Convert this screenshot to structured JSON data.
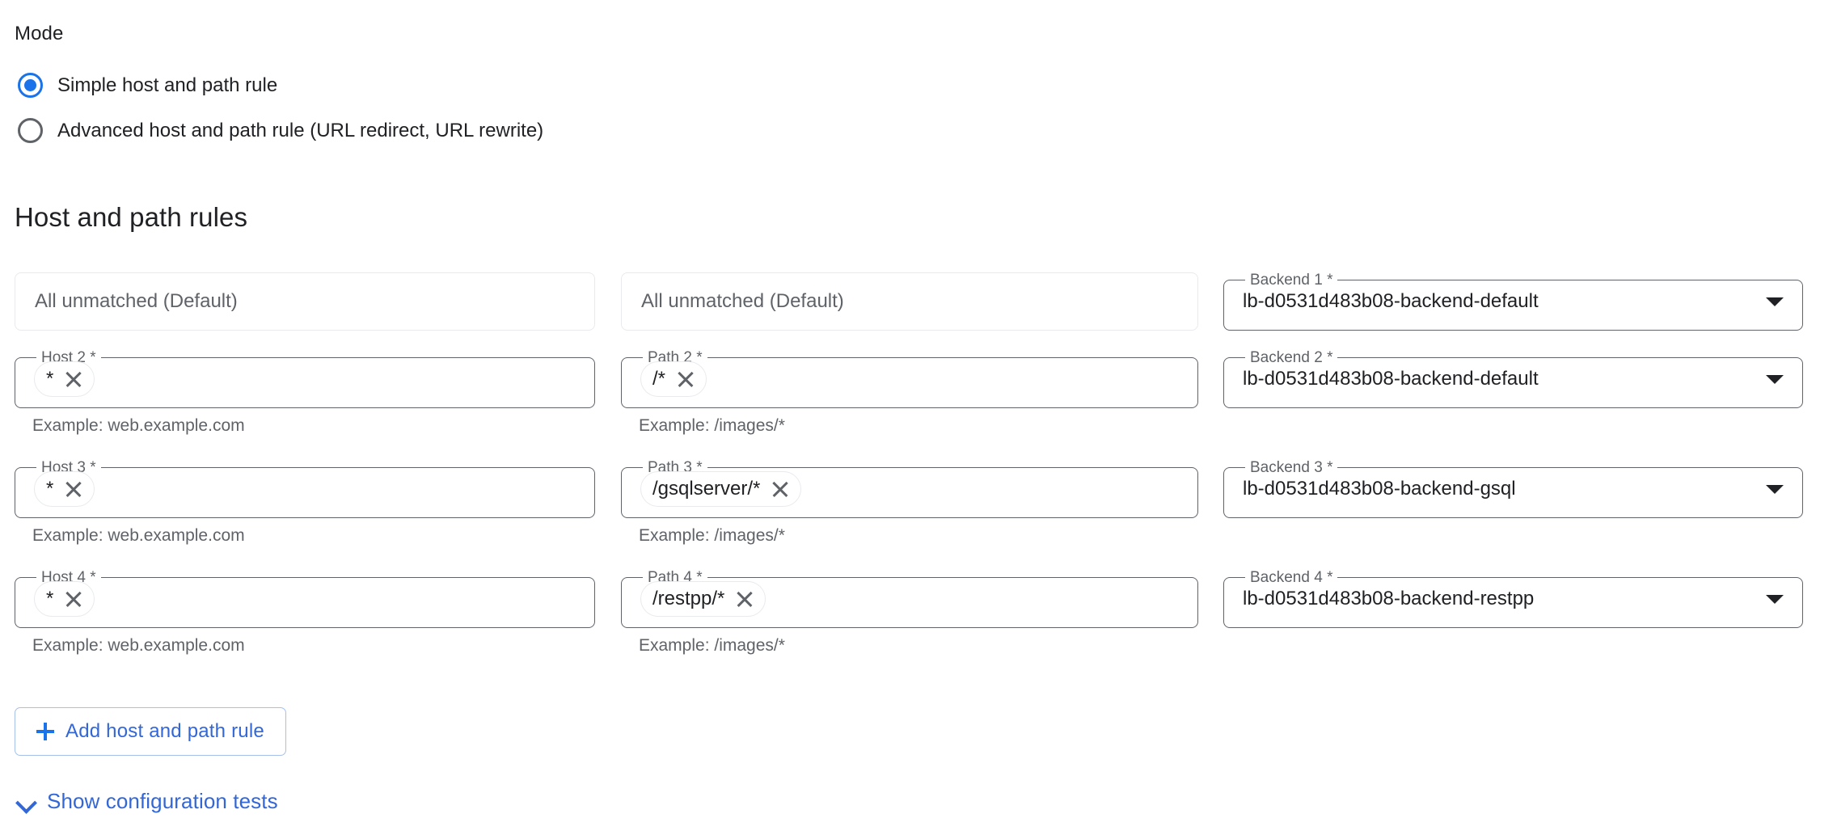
{
  "mode": {
    "label": "Mode",
    "options": [
      {
        "label": "Simple host and path rule",
        "selected": true
      },
      {
        "label": "Advanced host and path rule (URL redirect, URL rewrite)",
        "selected": false
      }
    ]
  },
  "section": {
    "title": "Host and path rules"
  },
  "rows": [
    {
      "host": {
        "placeholder": "All unmatched (Default)"
      },
      "path": {
        "placeholder": "All unmatched (Default)"
      },
      "backend": {
        "label": "Backend 1 *",
        "value": "lb-d0531d483b08-backend-default"
      }
    },
    {
      "host": {
        "label": "Host 2 *",
        "chip": "*",
        "helper": "Example: web.example.com"
      },
      "path": {
        "label": "Path 2 *",
        "chip": "/*",
        "helper": "Example: /images/*"
      },
      "backend": {
        "label": "Backend 2 *",
        "value": "lb-d0531d483b08-backend-default"
      }
    },
    {
      "host": {
        "label": "Host 3 *",
        "chip": "*",
        "helper": "Example: web.example.com"
      },
      "path": {
        "label": "Path 3 *",
        "chip": "/gsqlserver/*",
        "helper": "Example: /images/*"
      },
      "backend": {
        "label": "Backend 3 *",
        "value": "lb-d0531d483b08-backend-gsql"
      }
    },
    {
      "host": {
        "label": "Host 4 *",
        "chip": "*",
        "helper": "Example: web.example.com"
      },
      "path": {
        "label": "Path 4 *",
        "chip": "/restpp/*",
        "helper": "Example: /images/*"
      },
      "backend": {
        "label": "Backend 4 *",
        "value": "lb-d0531d483b08-backend-restpp"
      }
    }
  ],
  "add_button": {
    "label": "Add host and path rule",
    "icon": "plus-icon"
  },
  "show_tests": {
    "label": "Show configuration tests",
    "icon": "chevron-down-icon"
  },
  "colors": {
    "accent": "#1a73e8",
    "link": "#3367d6",
    "text": "#202124",
    "muted": "#5f6368",
    "border": "#5f6368",
    "border_light": "#e8eaed"
  }
}
